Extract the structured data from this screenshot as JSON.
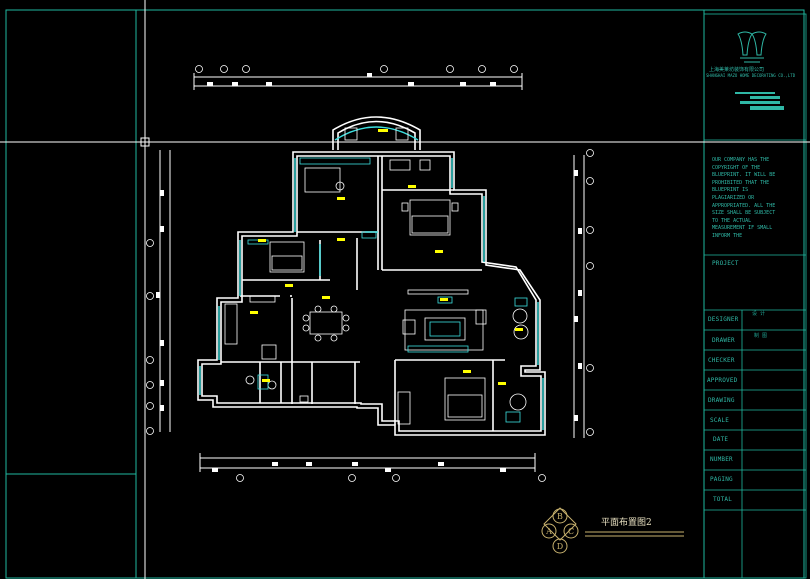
{
  "colors": {
    "background": "#000000",
    "frame": "#1fb89f",
    "wall": "#ffffff",
    "cyan": "#3de0e0",
    "yellow": "#ffff00",
    "crosshair": "#ffffff",
    "text": "#2fb8a6",
    "gold": "#c8b26e"
  },
  "title_block": {
    "company_name": "上海美莱坊装饰有限公司",
    "company_en": "SHANGHAI MAZO HOME DECORATING CO.,LTD",
    "copyright_note": "OUR COMPANY HAS THE COPYRIGHT OF THE BLUEPRINT. IT WILL BE PROHIBITED THAT THE BLUEPRINT IS PLAGIARIZED OR APPROPRIATED. ALL THE SIZE SHALL BE SUBJECT TO THE ACTUAL MEASUREMENT IF SMALL INFORM THE",
    "project_label": "PROJECT",
    "rows": [
      {
        "label": "DESIGNER",
        "value": "设 计"
      },
      {
        "label": "DRAWER",
        "value": "制 图"
      },
      {
        "label": "CHECKER",
        "value": ""
      },
      {
        "label": "APPROVED",
        "value": ""
      },
      {
        "label": "DRAWING",
        "value": ""
      },
      {
        "label": "SCALE",
        "value": ""
      },
      {
        "label": "DATE",
        "value": ""
      },
      {
        "label": "NUMBER",
        "value": ""
      },
      {
        "label": "PAGING",
        "value": ""
      },
      {
        "label": "TOTAL",
        "value": ""
      }
    ]
  },
  "plan": {
    "title": "平面布置图2",
    "compass_letters": [
      "A",
      "B",
      "C",
      "D"
    ]
  },
  "icons": [
    "crosshair-cursor-icon",
    "company-logo-icon",
    "compass-rose-icon"
  ]
}
